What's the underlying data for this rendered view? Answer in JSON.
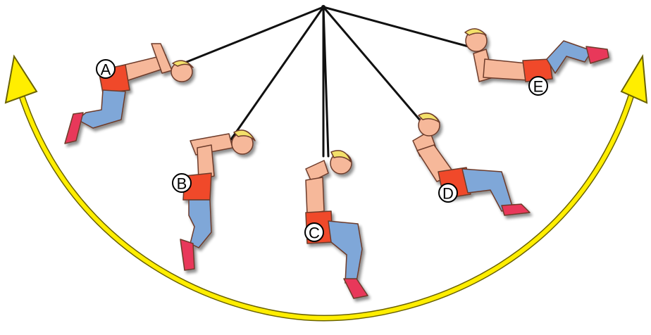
{
  "figure": {
    "positions": [
      {
        "id": "A",
        "label": "A"
      },
      {
        "id": "B",
        "label": "B"
      },
      {
        "id": "C",
        "label": "C"
      },
      {
        "id": "D",
        "label": "D"
      },
      {
        "id": "E",
        "label": "E"
      }
    ]
  },
  "colors": {
    "rope": "#111111",
    "arc": "#ffee00",
    "arc_outline": "#6a6200",
    "skin": "#f6b89a",
    "shirt": "#f04a2a",
    "jeans": "#7fa7d8",
    "hair": "#f3e06a",
    "shoe": "#e8385a",
    "label_fill": "#ffffff",
    "label_stroke": "#000000"
  },
  "icons": {
    "arc": "double-headed-curved-arrow",
    "figure": "swinging-person"
  }
}
